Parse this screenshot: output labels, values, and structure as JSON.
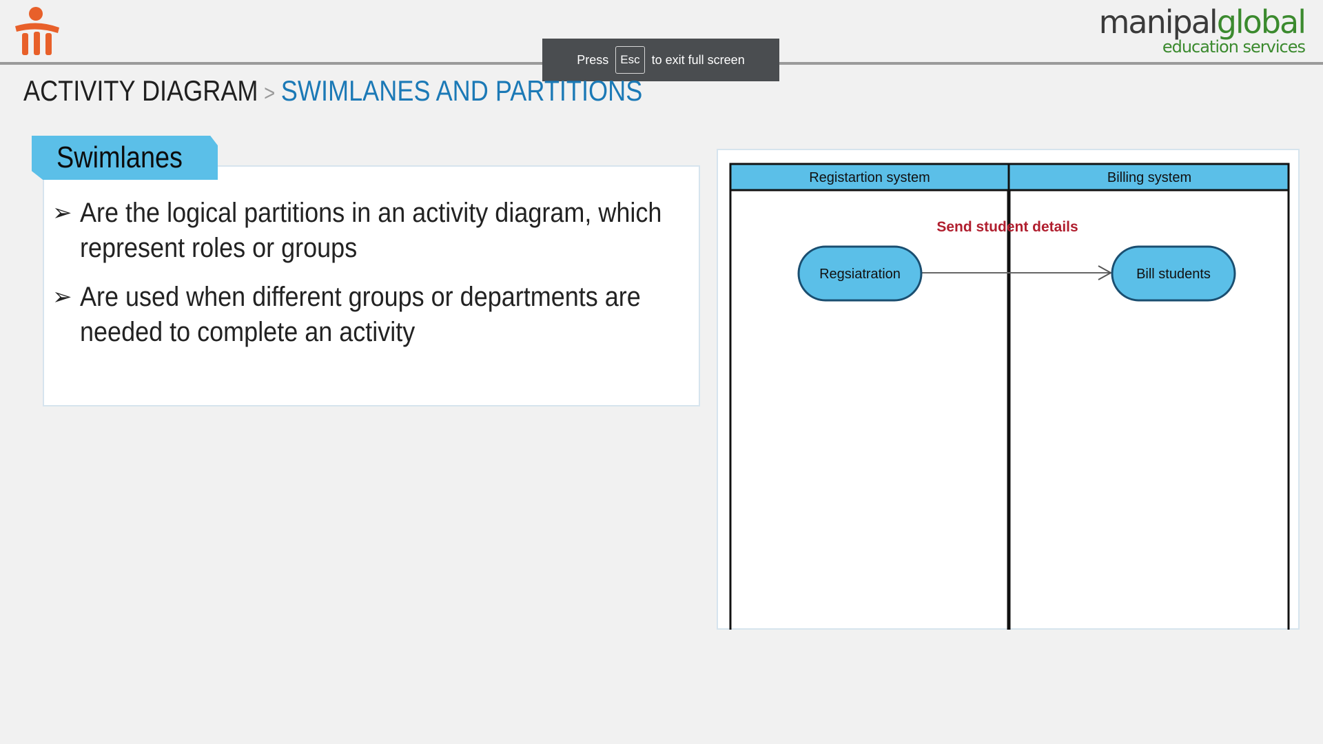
{
  "header": {
    "brand_main_1": "manipal",
    "brand_main_2": "global",
    "brand_sub": "education services"
  },
  "fullscreen_notice": {
    "press": "Press",
    "key": "Esc",
    "rest": "to exit full screen"
  },
  "title": {
    "main": "ACTIVITY DIAGRAM",
    "separator": ">",
    "sub": "SWIMLANES AND PARTITIONS"
  },
  "section": {
    "tab_label": "Swimlanes",
    "bullets": [
      "Are the logical partitions in an activity diagram, which represent roles or groups",
      "Are used when different groups or departments  are needed to complete an activity"
    ]
  },
  "diagram": {
    "lanes": [
      "Registartion system",
      "Billing system"
    ],
    "nodes": [
      "Regsiatration",
      "Bill students"
    ],
    "edge_label": "Send student details"
  },
  "colors": {
    "accent_blue": "#5bbfe8",
    "title_blue": "#1b79b6",
    "brand_green": "#3b8a2e",
    "logo_orange": "#e8602a",
    "edge_label_red": "#b01e2e"
  }
}
